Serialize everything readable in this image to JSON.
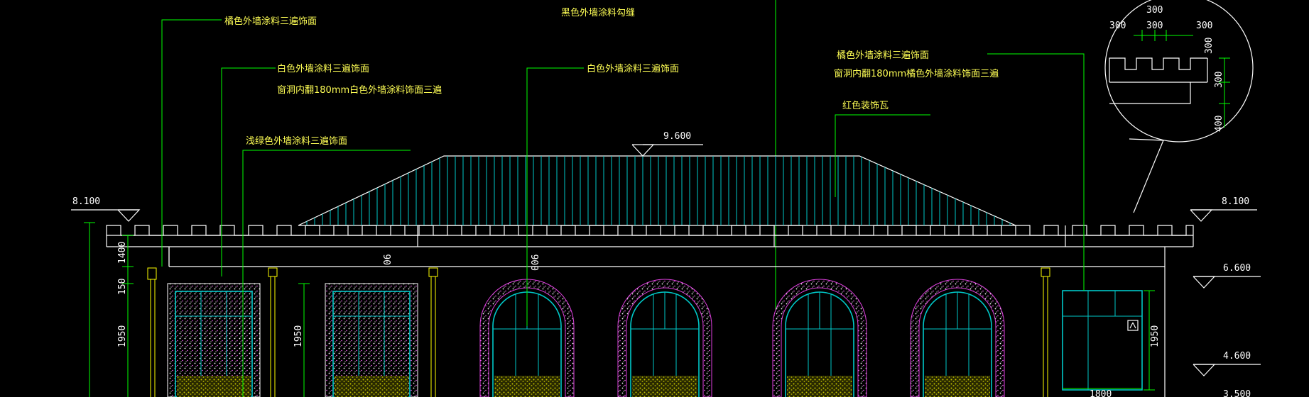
{
  "labels": {
    "orange_top": "橘色外墙涂料三遍饰面",
    "black_joint": "黑色外墙涂料勾缝",
    "white_1": "白色外墙涂料三遍饰面",
    "window_white": "窗洞内翻180mm白色外墙涂料饰面三遍",
    "white_2": "白色外墙涂料三遍饰面",
    "light_green": "浅绿色外墙涂料三遍饰面",
    "orange_right": "橘色外墙涂料三遍饰面",
    "window_orange": "窗洞内翻180mm橘色外墙涂料饰面三遍",
    "red_tile": "红色装饰瓦"
  },
  "elevations": {
    "roof_ridge": "9.600",
    "parapet_left": "8.100",
    "parapet_right": "8.100",
    "level_6600": "6.600",
    "level_4600": "4.600",
    "level_3500": "3.500"
  },
  "dimensions": {
    "d1400": "1400",
    "d150": "150",
    "d1950_a": "1950",
    "d1950_b": "1950",
    "d1950_c": "1950",
    "d06": "06",
    "d006": "006",
    "d1800": "1800"
  },
  "detail": {
    "top": "300",
    "h1": "300",
    "h2": "300",
    "h3": "300",
    "v1": "300",
    "v2": "300",
    "v3": "400"
  },
  "colors": {
    "label": "#ffff55",
    "linework": "#ffffff",
    "leader": "#00ff00",
    "glazing": "#00c8c8",
    "roof_tile": "#00c8c8",
    "trim": "#e040e0"
  }
}
